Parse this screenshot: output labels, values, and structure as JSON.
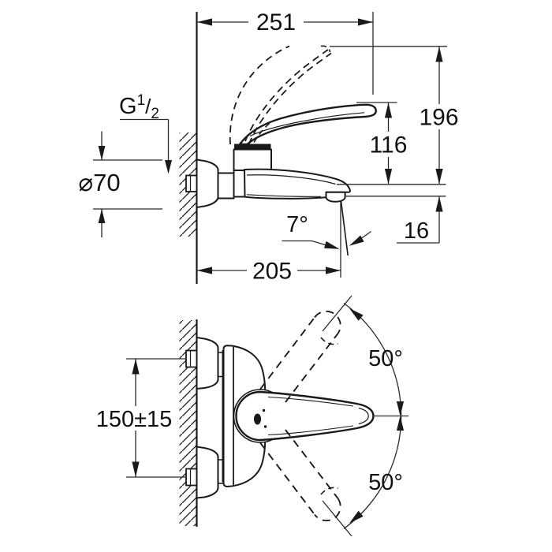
{
  "side_view": {
    "width_251": "251",
    "height_196": "196",
    "height_116": "116",
    "reach_205": "205",
    "offset_16": "16",
    "angle_7": "7°",
    "flange_diameter": "⌀70",
    "thread": {
      "base": "G",
      "numerator": "1",
      "separator": "/",
      "denominator": "2"
    }
  },
  "front_view": {
    "hole_spacing": "150±15",
    "swing_up": "50°",
    "swing_down": "50°"
  },
  "colors": {
    "ink": "#1a1a1a",
    "background": "#ffffff"
  }
}
